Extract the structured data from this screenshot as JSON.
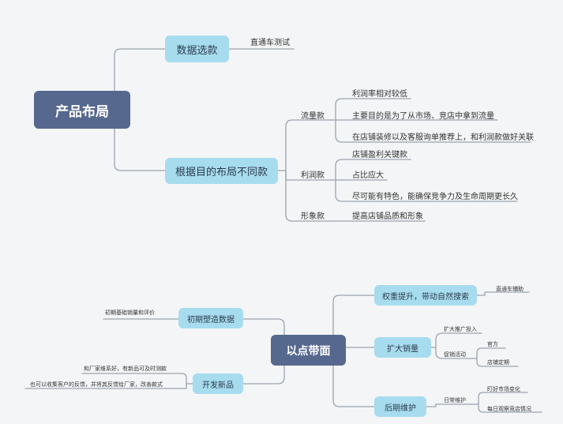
{
  "top": {
    "root": "产品布局",
    "branch_data": "数据选款",
    "branch_purpose": "根据目的布局不同款",
    "data_leaf": "直通车测试",
    "traffic": "流量款",
    "traffic_items": [
      "利润率相对较低",
      "主要目的是为了从市场、竞店中拿到流量",
      "在店铺装修以及客服询单推荐上，和利润款做好关联"
    ],
    "profit": "利润款",
    "profit_items": [
      "店铺盈利关键款",
      "占比应大",
      "尽可能有特色，能确保竞争力及生命周期更长久"
    ],
    "image": "形象款",
    "image_items": [
      "提高店铺品质和形象"
    ]
  },
  "bottom": {
    "root": "以点带面",
    "left_initial": "初期塑造数据",
    "left_initial_leaf": "初期基础销量和评价",
    "left_new": "开发新品",
    "left_new_leaves": [
      "和厂家维系好，有新品可及时测款",
      "也可以收集客户的反馈，并将其反馈给厂家，改善款式"
    ],
    "right_weight": "权重提升，带动自然搜索",
    "right_weight_leaf": "直通车辅助",
    "right_expand": "扩大销量",
    "expand_promo": "扩大推广投入",
    "expand_campaign": "促销活动",
    "campaign_items": [
      "官方",
      "店铺定期"
    ],
    "right_maintain": "后期维护",
    "maintain_daily": "日常维护",
    "maintain_items": [
      "盯好市场变化",
      "每日观察竞店情况"
    ]
  }
}
